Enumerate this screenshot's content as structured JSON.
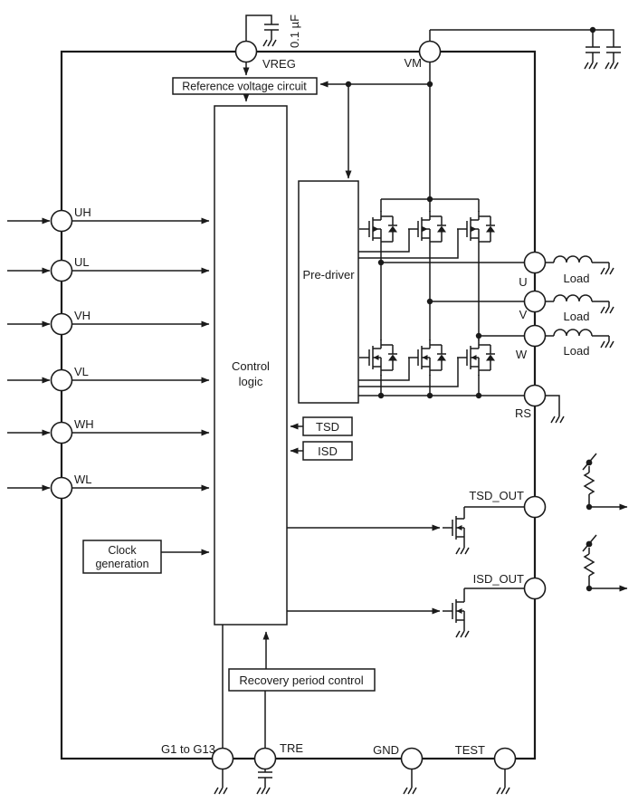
{
  "diagram_title": "",
  "pins": {
    "vreg": "VREG",
    "vm": "VM",
    "uh": "UH",
    "ul": "UL",
    "vh": "VH",
    "vl": "VL",
    "wh": "WH",
    "wl": "WL",
    "u": "U",
    "v": "V",
    "w": "W",
    "rs": "RS",
    "tsd_out": "TSD_OUT",
    "isd_out": "ISD_OUT",
    "g": "G1 to G13",
    "tre": "TRE",
    "gnd": "GND",
    "test": "TEST"
  },
  "blocks": {
    "reference": "Reference voltage circuit",
    "control_logic": {
      "lines": [
        "Control",
        "logic"
      ]
    },
    "pre_driver": "Pre-driver",
    "tsd": "TSD",
    "isd": "ISD",
    "clock": {
      "lines": [
        "Clock",
        "generation"
      ]
    },
    "recovery": "Recovery period control"
  },
  "labels": {
    "cap_value": "0.1 µF",
    "load": "Load"
  },
  "colors": {
    "line": "#1a1a1a",
    "background": "#ffffff"
  }
}
